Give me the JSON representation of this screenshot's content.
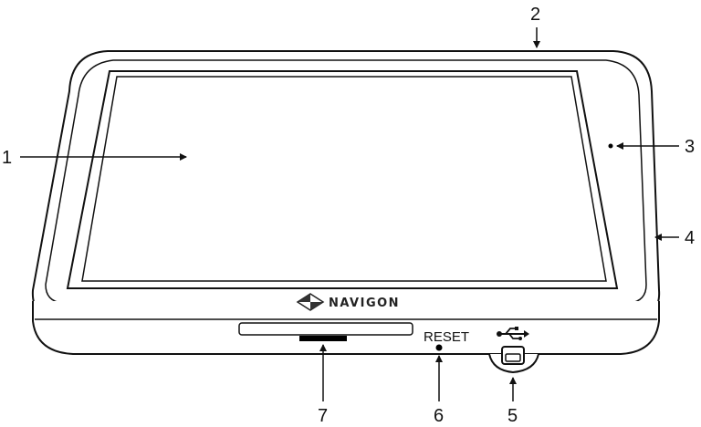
{
  "device": {
    "brand": "NAVIGON",
    "reset_label": "RESET",
    "usb_symbol": "usb-icon",
    "logo_icon": "navigon-logo-icon"
  },
  "callouts": [
    {
      "id": "screen",
      "label": "1"
    },
    {
      "id": "top-button",
      "label": "2"
    },
    {
      "id": "led",
      "label": "3"
    },
    {
      "id": "side-port",
      "label": "4"
    },
    {
      "id": "usb-port",
      "label": "5"
    },
    {
      "id": "reset-hole",
      "label": "6"
    },
    {
      "id": "card-slot",
      "label": "7"
    }
  ],
  "colors": {
    "line": "#111111",
    "body": "#ffffff"
  }
}
